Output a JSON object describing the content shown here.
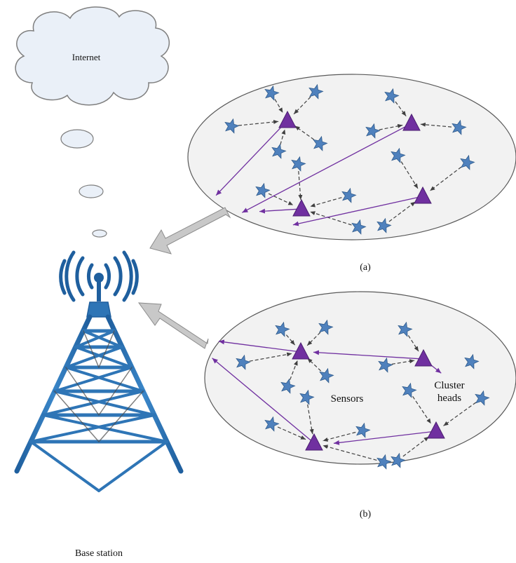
{
  "labels": {
    "internet": "Internet",
    "caption_a": "(a)",
    "caption_b": "(b)",
    "sensors": "Sensors",
    "cluster_heads_line1": "Cluster",
    "cluster_heads_line2": "heads",
    "base_station": "Base station"
  },
  "colors": {
    "sensor": "#4f81bd",
    "cluster_head": "#7030a0",
    "tower": "#2e75b6",
    "arrow_purple": "#7030a0",
    "arrow_dashed": "#404040",
    "ellipse_fill": "#f2f2f2",
    "big_arrow": "#c0c0c0"
  },
  "icons": {
    "cloud": "cloud-icon",
    "tower": "tower-icon",
    "sensor": "star-icon",
    "cluster_head": "triangle-icon"
  }
}
